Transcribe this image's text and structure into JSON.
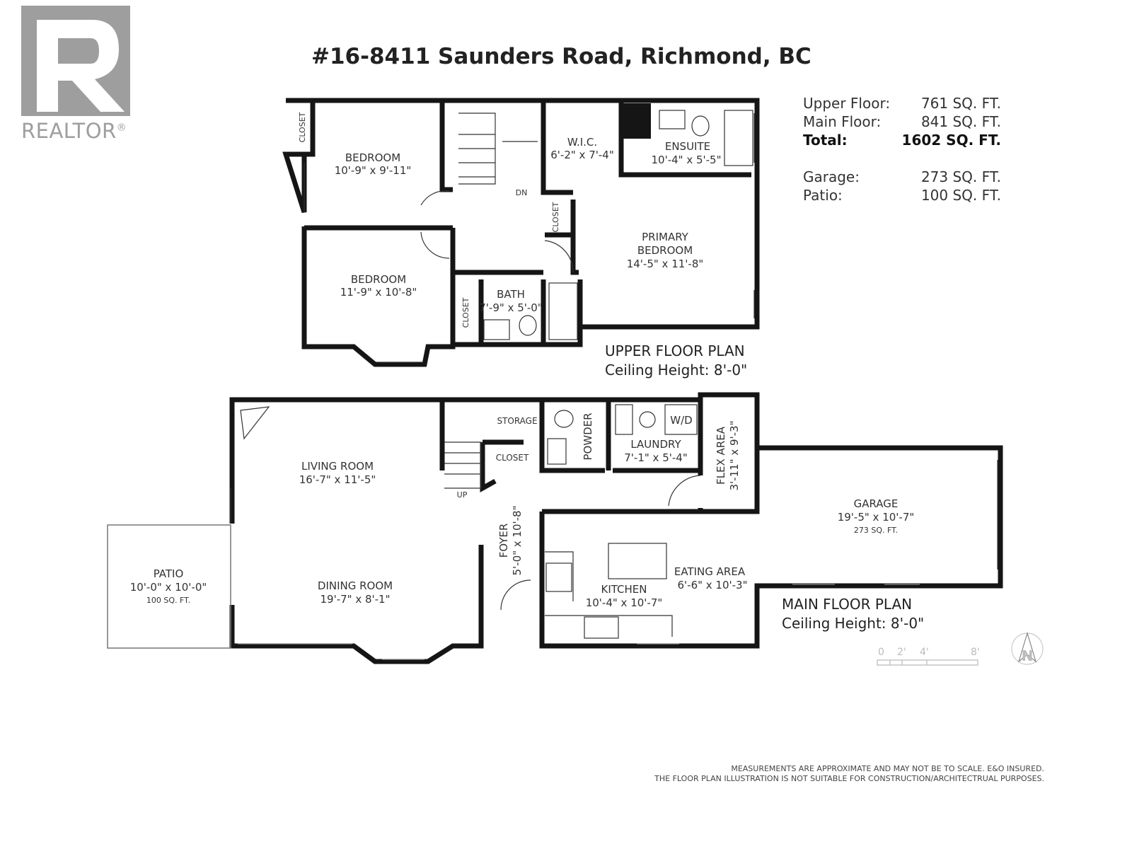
{
  "logo": {
    "text": "REALTOR",
    "mark": "®"
  },
  "title": "#16-8411 Saunders Road, Richmond, BC",
  "areas": [
    {
      "label": "Upper Floor:",
      "value": "761 SQ. FT."
    },
    {
      "label": "Main Floor:",
      "value": "841 SQ. FT."
    },
    {
      "label": "Total:",
      "value": "1602 SQ. FT."
    },
    {
      "label": "Garage:",
      "value": "273 SQ. FT."
    },
    {
      "label": "Patio:",
      "value": "100 SQ. FT."
    }
  ],
  "upper": {
    "heading": "UPPER FLOOR PLAN",
    "ceiling": "Ceiling Height: 8'-0\"",
    "rooms": {
      "closet1": "CLOSET",
      "bedroom1": {
        "name": "BEDROOM",
        "dim": "10'-9\" x 9'-11\""
      },
      "bedroom2": {
        "name": "BEDROOM",
        "dim": "11'-9\" x 10'-8\""
      },
      "wic": {
        "name": "W.I.C.",
        "dim": "6'-2\" x 7'-4\""
      },
      "ensuite": {
        "name": "ENSUITE",
        "dim": "10'-4\" x 5'-5\""
      },
      "primary": {
        "name1": "PRIMARY",
        "name2": "BEDROOM",
        "dim": "14'-5\" x 11'-8\""
      },
      "bath": {
        "name": "BATH",
        "dim": "7'-9\" x 5'-0\""
      },
      "closet2": "CLOSET",
      "closet3": "CLOSET",
      "stairs": "DN"
    }
  },
  "main": {
    "heading": "MAIN FLOOR PLAN",
    "ceiling": "Ceiling Height: 8'-0\"",
    "rooms": {
      "living": {
        "name": "LIVING ROOM",
        "dim": "16'-7\" x 11'-5\""
      },
      "dining": {
        "name": "DINING ROOM",
        "dim": "19'-7\" x 8'-1\""
      },
      "patio": {
        "name": "PATIO",
        "dim": "10'-0\" x 10'-0\"",
        "area": "100 SQ. FT."
      },
      "storage": "STORAGE",
      "closet": "CLOSET",
      "stairs": "UP",
      "powder": "POWDER",
      "laundry": {
        "name": "LAUNDRY",
        "dim": "7'-1\" x 5'-4\""
      },
      "wd": "W/D",
      "flex": {
        "name": "FLEX AREA",
        "dim": "3'-11\" x 9'-3\""
      },
      "foyer": {
        "name": "FOYER",
        "dim": "5'-0\" x 10'-8\""
      },
      "kitchen": {
        "name": "KITCHEN",
        "dim": "10'-4\" x 10'-7\""
      },
      "eating": {
        "name": "EATING AREA",
        "dim": "6'-6\" x 10'-3\""
      },
      "garage": {
        "name": "GARAGE",
        "dim": "19'-5\" x 10'-7\"",
        "area": "273 SQ. FT."
      }
    }
  },
  "scale": {
    "ticks": [
      "0",
      "2'",
      "4'",
      "8'"
    ]
  },
  "compass": "N",
  "disclaimer": [
    "MEASUREMENTS ARE APPROXIMATE AND MAY NOT BE TO SCALE.  E&O INSURED.",
    "THE FLOOR PLAN ILLUSTRATION IS NOT SUITABLE FOR CONSTRUCTION/ARCHITECTRUAL PURPOSES."
  ]
}
